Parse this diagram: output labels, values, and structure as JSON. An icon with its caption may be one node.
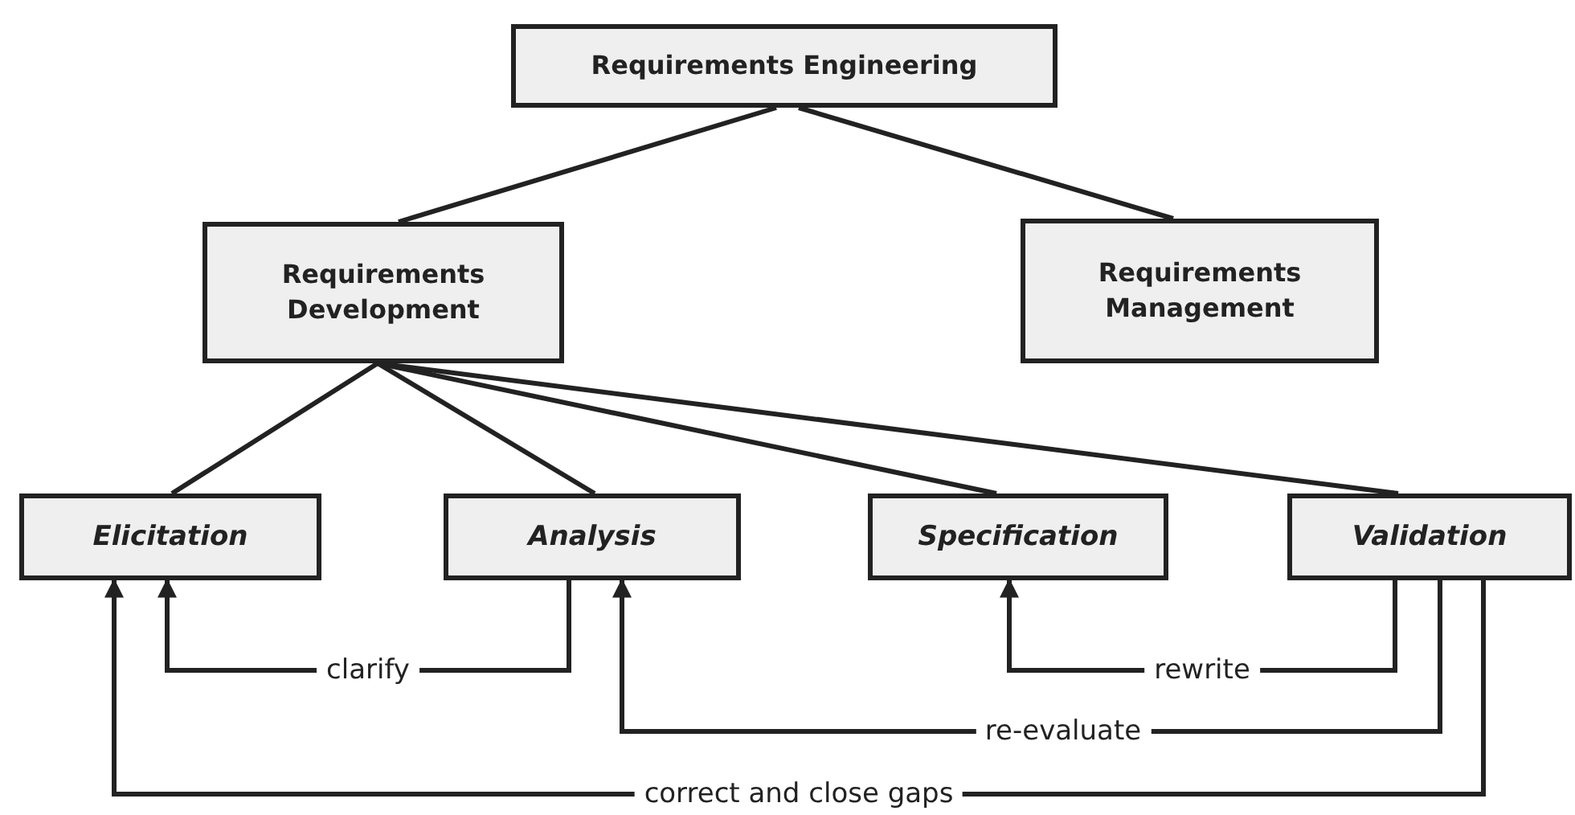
{
  "diagram": {
    "nodes": [
      {
        "text": [
          "Requirements Engineering"
        ]
      },
      {
        "text": [
          "Requirements Development"
        ]
      },
      {
        "text": [
          "Requirements Management"
        ]
      },
      {
        "text": [
          "Elicitation"
        ]
      },
      {
        "text": [
          "Analysis"
        ]
      },
      {
        "text": [
          "Specification"
        ]
      },
      {
        "text": [
          "Validation"
        ]
      }
    ],
    "edges": [
      {
        "from": 0,
        "to": 1,
        "arrow": "none"
      },
      {
        "from": 0,
        "to": 2,
        "arrow": "none"
      },
      {
        "from": 1,
        "to": 3,
        "arrow": "none"
      },
      {
        "from": 1,
        "to": 4,
        "arrow": "none"
      },
      {
        "from": 1,
        "to": 5,
        "arrow": "none"
      },
      {
        "from": 1,
        "to": 6,
        "arrow": "none"
      },
      {
        "from": 4,
        "to": 3,
        "label": "clarify",
        "arrow": "to"
      },
      {
        "from": 6,
        "to": 5,
        "label": "rewrite",
        "arrow": "to"
      },
      {
        "from": 6,
        "to": 4,
        "label": "re-evaluate",
        "arrow": "to"
      },
      {
        "from": 6,
        "to": 3,
        "label": "correct and close gaps",
        "arrow": "to"
      }
    ]
  }
}
